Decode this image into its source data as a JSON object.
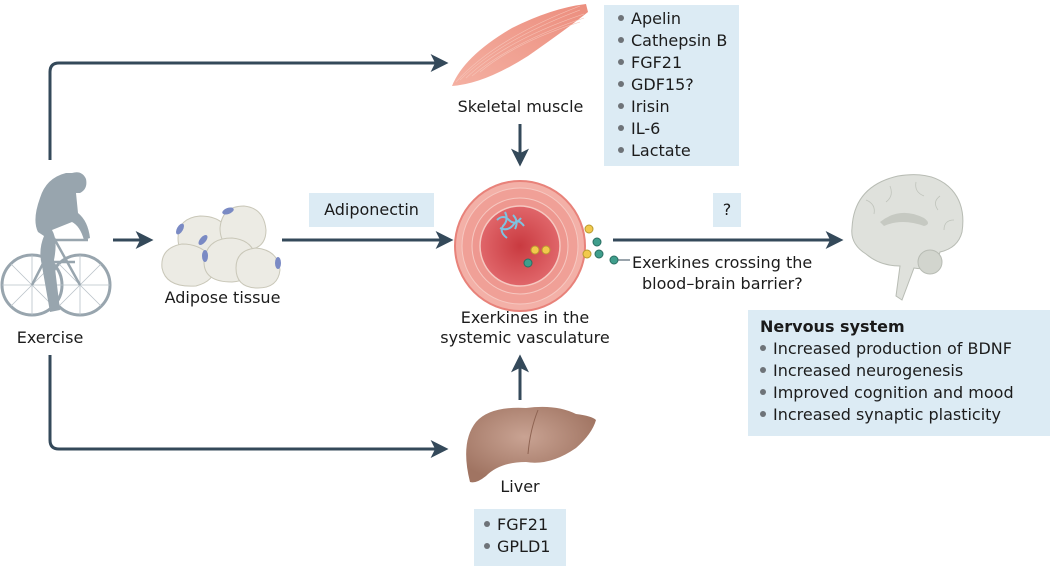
{
  "diagram": {
    "exercise": {
      "label": "Exercise"
    },
    "adipose": {
      "label": "Adipose tissue",
      "signal": "Adiponectin"
    },
    "muscle": {
      "label": "Skeletal muscle",
      "exerkines": [
        "Apelin",
        "Cathepsin B",
        "FGF21",
        "GDF15?",
        "Irisin",
        "IL-6",
        "Lactate"
      ]
    },
    "vasculature": {
      "label_line1": "Exerkines in the",
      "label_line2": "systemic vasculature"
    },
    "liver": {
      "label": "Liver",
      "exerkines": [
        "FGF21",
        "GPLD1"
      ]
    },
    "bbb": {
      "question": "?",
      "label_line1": "Exerkines crossing the",
      "label_line2": "blood–brain barrier?"
    },
    "nervous_system": {
      "title": "Nervous system",
      "effects": [
        "Increased production of BDNF",
        "Increased neurogenesis",
        "Improved cognition and mood",
        "Increased synaptic plasticity"
      ]
    },
    "colors": {
      "arrow": "#34495a",
      "box": "#dcebf4",
      "muscle": "#f0a293",
      "vessel": "#e8827a",
      "liver": "#a77a67",
      "brain": "#d9dcd6",
      "cyclist": "#98a5ae",
      "fat": "#ecebe4",
      "nucleus": "#7a8ac4",
      "exerkine_yellow": "#f2c94c",
      "exerkine_teal": "#3f9e8c"
    }
  }
}
